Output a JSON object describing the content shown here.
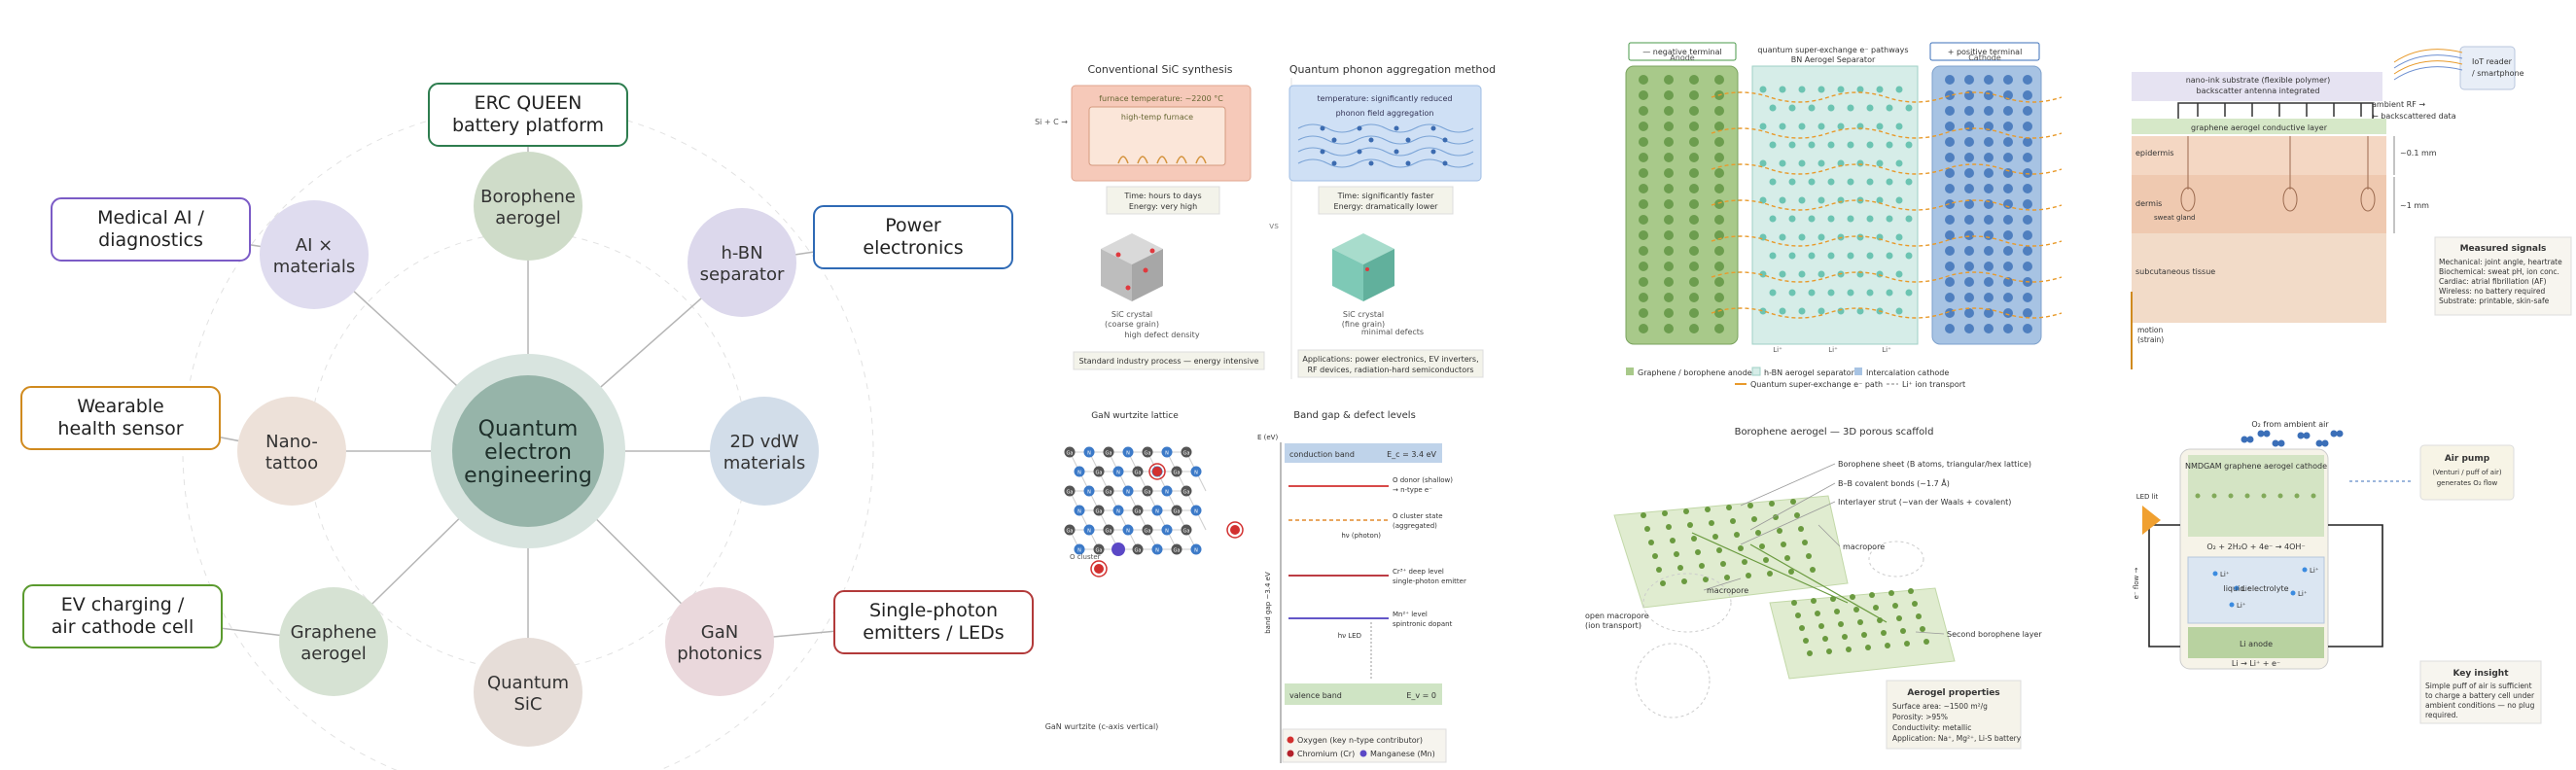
{
  "hub": {
    "center": [
      "Quantum",
      "electron",
      "engineering"
    ],
    "nodes": [
      {
        "id": "borophene",
        "lines": [
          "Borophene",
          "aerogel"
        ],
        "fill": "#cfdcc9"
      },
      {
        "id": "hbn",
        "lines": [
          "h-BN",
          "separator"
        ],
        "fill": "#dcd8ec"
      },
      {
        "id": "vdw",
        "lines": [
          "2D vdW",
          "materials"
        ],
        "fill": "#d2dde9"
      },
      {
        "id": "gan",
        "lines": [
          "GaN",
          "photonics"
        ],
        "fill": "#ead8dc"
      },
      {
        "id": "sic",
        "lines": [
          "Quantum",
          "SiC"
        ],
        "fill": "#e6ddd8"
      },
      {
        "id": "graphene",
        "lines": [
          "Graphene",
          "aerogel"
        ],
        "fill": "#d6e2d3"
      },
      {
        "id": "nano",
        "lines": [
          "Nano-",
          "tattoo"
        ],
        "fill": "#ede1d9"
      },
      {
        "id": "ai",
        "lines": [
          "AI ×",
          "materials"
        ],
        "fill": "#dfdcef"
      }
    ],
    "apps": [
      {
        "id": "erc",
        "lines": [
          "ERC QUEEN",
          "battery platform"
        ],
        "color": "#2e7d4f"
      },
      {
        "id": "power",
        "lines": [
          "Power",
          "electronics"
        ],
        "color": "#2f6ab5"
      },
      {
        "id": "photon",
        "lines": [
          "Single-photon",
          "emitters / LEDs"
        ],
        "color": "#b23a3a"
      },
      {
        "id": "ev",
        "lines": [
          "EV charging /",
          "air cathode cell"
        ],
        "color": "#5a9a2e"
      },
      {
        "id": "wear",
        "lines": [
          "Wearable",
          "health sensor"
        ],
        "color": "#d08a1e"
      },
      {
        "id": "med",
        "lines": [
          "Medical AI /",
          "diagnostics"
        ],
        "color": "#7b5bc6"
      }
    ]
  },
  "sic": {
    "conv_title": "Conventional SiC synthesis",
    "quant_title": "Quantum phonon aggregation method",
    "furnace_temp": "furnace temperature: ~2200 °C",
    "furnace_label": "high-temp furnace",
    "si_c": "Si + C →",
    "quant_temp": "temperature: significantly reduced",
    "quant_agg": "phonon field aggregation",
    "conv_time": [
      "Time: hours to days",
      "Energy: very high"
    ],
    "quant_time": [
      "Time: significantly faster",
      "Energy: dramatically lower"
    ],
    "vs": "vs",
    "conv_crystal": [
      "SiC crystal",
      "(coarse grain)"
    ],
    "conv_defect": "high defect density",
    "quant_crystal": [
      "SiC crystal",
      "(fine grain)"
    ],
    "quant_defect": "minimal defects",
    "conv_note": "Standard industry process — energy intensive",
    "quant_note": [
      "Applications: power electronics, EV inverters,",
      "RF devices, radiation-hard semiconductors"
    ]
  },
  "gan": {
    "lattice_title": "GaN wurtzite lattice",
    "band_title": "Band gap & defect levels",
    "ga": "Ga",
    "n": "N",
    "o_cluster": "O cluster",
    "lattice_caption": "GaN wurtzite (c-axis vertical)",
    "axis": "E (eV)",
    "bandgap": "band gap ~3.4 eV",
    "conduction": "conduction band",
    "ec": "E_c = 3.4 eV",
    "valence": "valence band",
    "ev": "E_v = 0",
    "o_donor": [
      "O donor (shallow)",
      "→ n-type e⁻"
    ],
    "o_cluster_state": [
      "O cluster state",
      "(aggregated)"
    ],
    "photon": "hν (photon)",
    "cr": [
      "Cr³⁺ deep level",
      "single-photon emitter"
    ],
    "mn": [
      "Mn²⁺ level",
      "spintronic dopant"
    ],
    "led": "hν LED",
    "legend": [
      "Oxygen (key n-type contributor)",
      "Chromium (Cr)",
      "Manganese (Mn)"
    ]
  },
  "sep": {
    "neg": "— negative terminal",
    "anode": "Anode",
    "pos": "+ positive terminal",
    "cathode": "Cathode",
    "title": [
      "quantum super-exchange e⁻ pathways",
      "BN Aerogel Separator"
    ],
    "li": "Li⁺",
    "legend": [
      "Graphene / borophene anode",
      "h-BN aerogel separator",
      "Intercalation cathode",
      "Quantum super-exchange e⁻ path",
      "Li⁺ ion transport"
    ]
  },
  "boro": {
    "title": "Borophene aerogel — 3D porous scaffold",
    "callouts": [
      "Borophene sheet (B atoms, triangular/hex lattice)",
      "B–B covalent bonds (~1.7 Å)",
      "Interlayer strut (~van der Waals + covalent)",
      "macropore",
      "macropore",
      "Second borophene layer"
    ],
    "open": [
      "open macropore",
      "(ion transport)"
    ],
    "props_title": "Aerogel properties",
    "props": [
      "Surface area: ~1500 m²/g",
      "Porosity: >95%",
      "Conductivity: metallic",
      "Application: Na⁺, Mg²⁺, Li-S battery"
    ]
  },
  "skin": {
    "iot": [
      "IoT reader",
      "/ smartphone"
    ],
    "ambient": [
      "ambient RF →",
      "← backscattered data"
    ],
    "substrate": [
      "nano-ink substrate (flexible polymer)",
      "backscatter antenna integrated"
    ],
    "gcl": "graphene aerogel conductive layer",
    "epidermis": "epidermis",
    "dermis": "dermis",
    "sweat": "sweat gland",
    "subq": "subcutaneous tissue",
    "d1": "~0.1 mm",
    "d2": "~1 mm",
    "motion": [
      "motion",
      "(strain)"
    ],
    "signals_title": "Measured signals",
    "signals": [
      "Mechanical: joint angle, heartrate",
      "Biochemical: sweat pH, ion conc.",
      "Cardiac: atrial fibrillation (AF)",
      "Wireless: no battery required",
      "Substrate: printable, skin-safe"
    ]
  },
  "air": {
    "o2": "O₂ from ambient air",
    "cathode": "NMDGAM graphene aerogel cathode",
    "reaction": "O₂ + 2H₂O + 4e⁻ → 4OH⁻",
    "li": "Li⁺",
    "electrolyte": "liquid electrolyte",
    "anode": "Li anode",
    "anode_rx": "Li → Li⁺ + e⁻",
    "led": "LED lit",
    "flow": "e⁻ flow →",
    "pump_title": "Air pump",
    "pump": [
      "(Venturi / puff of air)",
      "generates O₂ flow"
    ],
    "insight_title": "Key insight",
    "insight": [
      "Simple puff of air is sufficient",
      "to charge a battery cell under",
      "ambient conditions — no plug",
      "required."
    ]
  }
}
